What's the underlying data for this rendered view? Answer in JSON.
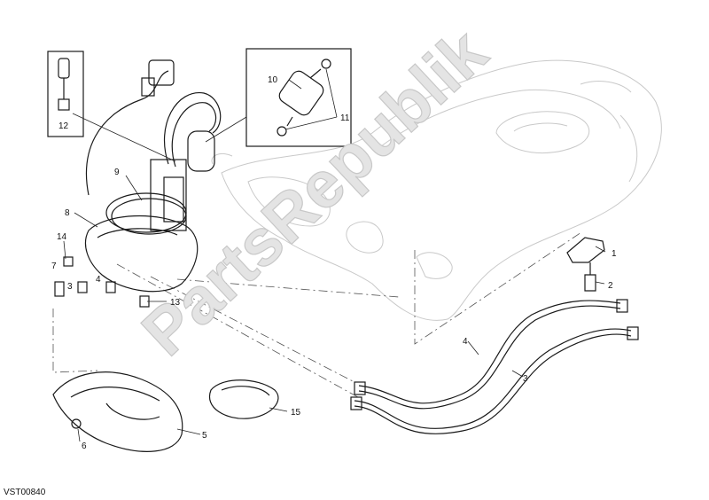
{
  "diagram": {
    "reference_code": "VST00840",
    "watermark": "PartsRepublik",
    "callouts": [
      {
        "id": "c1",
        "label": "1"
      },
      {
        "id": "c2",
        "label": "2"
      },
      {
        "id": "c3a",
        "label": "3"
      },
      {
        "id": "c3b",
        "label": "3"
      },
      {
        "id": "c4a",
        "label": "4"
      },
      {
        "id": "c4b",
        "label": "4"
      },
      {
        "id": "c5",
        "label": "5"
      },
      {
        "id": "c6",
        "label": "6"
      },
      {
        "id": "c7",
        "label": "7"
      },
      {
        "id": "c8",
        "label": "8"
      },
      {
        "id": "c9",
        "label": "9"
      },
      {
        "id": "c10",
        "label": "10"
      },
      {
        "id": "c11",
        "label": "11"
      },
      {
        "id": "c12",
        "label": "12"
      },
      {
        "id": "c13",
        "label": "13"
      },
      {
        "id": "c14",
        "label": "14"
      },
      {
        "id": "c15",
        "label": "15"
      }
    ]
  }
}
